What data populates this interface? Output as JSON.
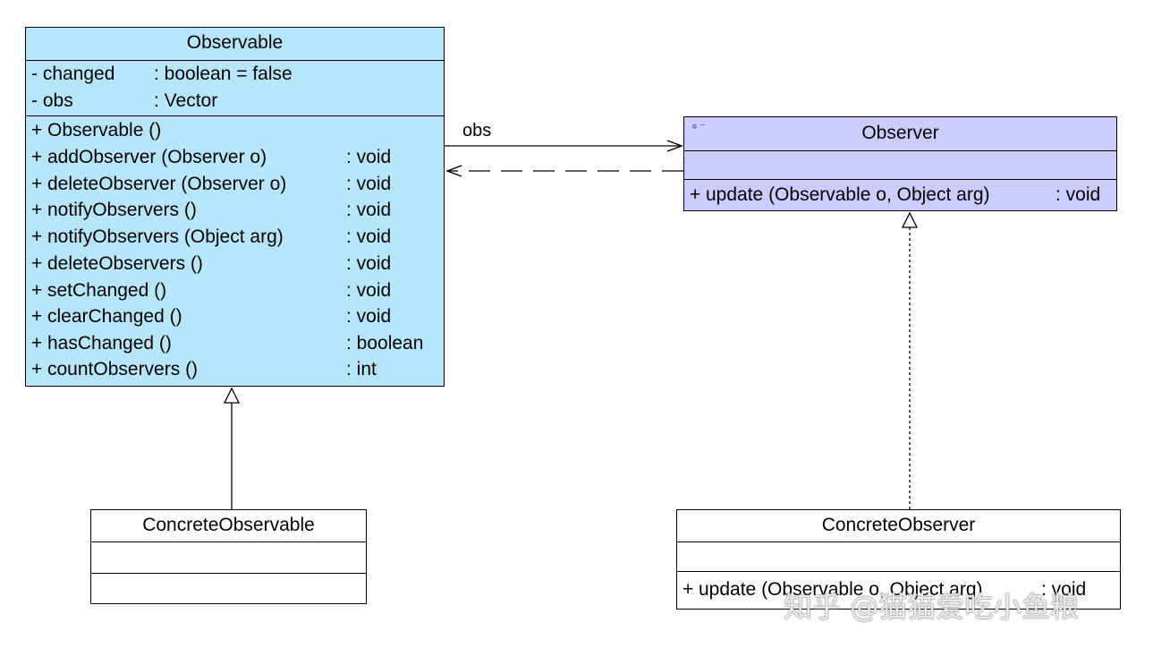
{
  "classes": {
    "observable": {
      "name": "Observable",
      "attributes": [
        {
          "vis": "-",
          "name": "changed",
          "type": ": boolean  = false"
        },
        {
          "vis": "-",
          "name": "obs",
          "type": ": Vector"
        }
      ],
      "operations": [
        {
          "vis": "+",
          "name": "Observable ()",
          "type": ""
        },
        {
          "vis": "+",
          "name": "addObserver (Observer o)",
          "type": ": void"
        },
        {
          "vis": "+",
          "name": "deleteObserver (Observer o)",
          "type": ": void"
        },
        {
          "vis": "+",
          "name": "notifyObservers ()",
          "type": ": void"
        },
        {
          "vis": "+",
          "name": "notifyObservers (Object arg)",
          "type": ": void"
        },
        {
          "vis": "+",
          "name": "deleteObservers ()",
          "type": ": void"
        },
        {
          "vis": "+",
          "name": "setChanged ()",
          "type": ": void"
        },
        {
          "vis": "+",
          "name": "clearChanged ()",
          "type": ": void"
        },
        {
          "vis": "+",
          "name": "hasChanged ()",
          "type": ": boolean"
        },
        {
          "vis": "+",
          "name": "countObservers ()",
          "type": ": int"
        }
      ]
    },
    "observer": {
      "name": "Observer",
      "icon": "interface-icon",
      "operations": [
        {
          "vis": "+",
          "name": "update (Observable o, Object arg)",
          "type": ": void"
        }
      ]
    },
    "concrete_observable": {
      "name": "ConcreteObservable"
    },
    "concrete_observer": {
      "name": "ConcreteObserver",
      "operations": [
        {
          "vis": "+",
          "name": "update (Observable o, Object arg)",
          "type": ": void"
        }
      ]
    }
  },
  "relations": {
    "association_label": "obs"
  },
  "watermark": "知乎 @猫猫爱吃小鱼粮",
  "colors": {
    "observable_fill": "#b7e6fb",
    "observer_fill": "#ccccff",
    "line": "#000000"
  }
}
